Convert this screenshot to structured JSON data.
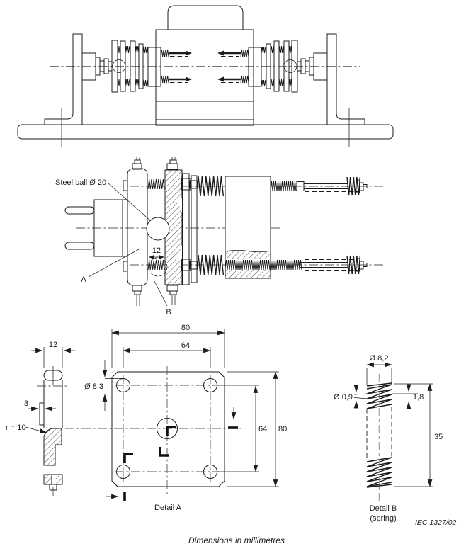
{
  "figure": {
    "description": "IEC technical drawing of a plug abrasion / steel-ball test apparatus",
    "units_note": "Dimensions in millimetres",
    "figure_ref": "IEC  1327/02"
  },
  "labels": {
    "section": {
      "steel_ball": "Steel ball Ø 20",
      "dim_gap": "12",
      "a": "A",
      "b": "B"
    },
    "profile": {
      "dim_width": "12",
      "dim_wall": "3",
      "dim_radius": "r = 10"
    },
    "detail_a": {
      "caption": "Detail A",
      "dim_outer_w": "80",
      "dim_holes_w": "64",
      "dim_hole_dia": "Ø 8,3",
      "dim_holes_h": "64",
      "dim_outer_h": "80"
    },
    "detail_b": {
      "caption": "Detail B",
      "caption_sub": "(spring)",
      "dim_outer_dia": "Ø 8,2",
      "dim_wire_dia": "Ø 0,9",
      "dim_pitch": "1,8",
      "dim_length": "35"
    }
  },
  "colors": {
    "line": "#1c1c1c",
    "centerline": "#7a7a7a",
    "background": "#ffffff"
  }
}
